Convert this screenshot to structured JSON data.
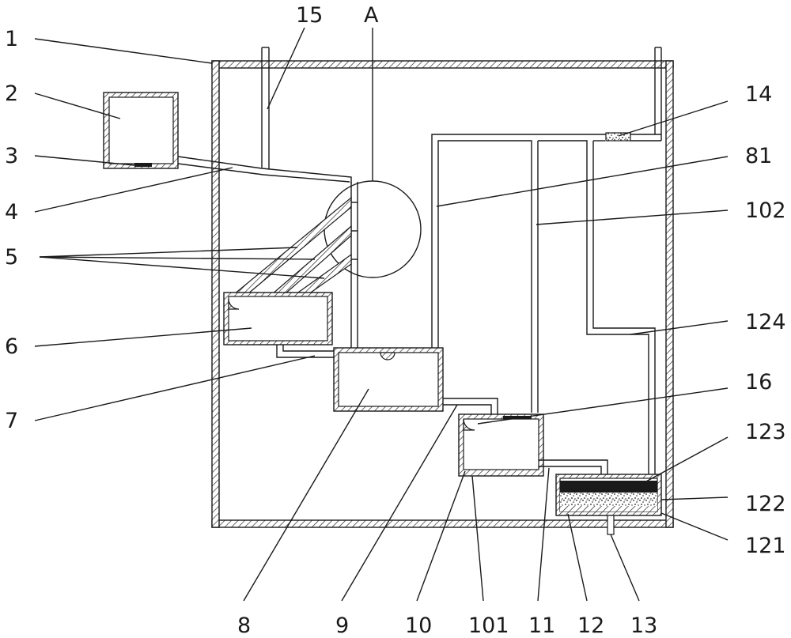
{
  "labels": {
    "n1": "1",
    "n2": "2",
    "n3": "3",
    "n4": "4",
    "n5": "5",
    "n6": "6",
    "n7": "7",
    "n8": "8",
    "n9": "9",
    "n10": "10",
    "n101": "101",
    "n11": "11",
    "n12": "12",
    "n13": "13",
    "n14": "14",
    "n15": "15",
    "nA": "A",
    "n81": "81",
    "n102": "102",
    "n124": "124",
    "n16": "16",
    "n123": "123",
    "n122": "122",
    "n121": "121"
  },
  "colors": {
    "stroke": "#1a1a1a",
    "background": "#ffffff"
  }
}
